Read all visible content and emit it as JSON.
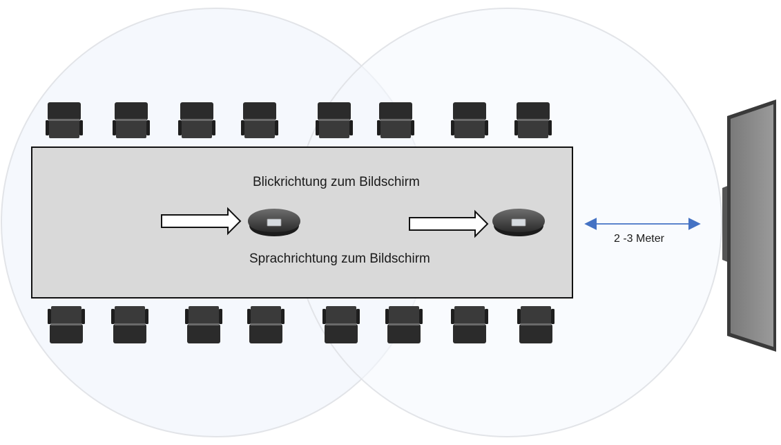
{
  "labels": {
    "gaze_direction": "Blickrichtung zum Bildschirm",
    "speech_direction": "Sprachrichtung zum Bildschirm",
    "distance": "2 -3 Meter"
  },
  "colors": {
    "pickup_zone_fill": "#f5f8fd",
    "pickup_zone_stroke": "#e2e4e8",
    "table_fill": "#d9d9d9",
    "table_stroke": "#111111",
    "chair": "#2b2b2b",
    "distance_arrow": "#4472c4",
    "screen": "#8c8c8c",
    "screen_frame": "#3a3a3a"
  },
  "icons": {
    "speakerphone": "speakerphone-icon",
    "chair": "chair-icon",
    "display": "display-screen-icon",
    "arrow": "direction-arrow-icon"
  }
}
